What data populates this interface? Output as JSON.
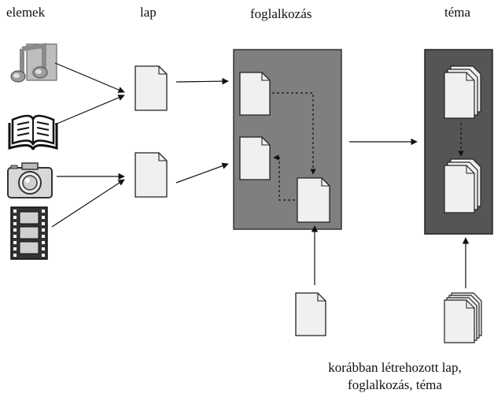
{
  "labels": {
    "elements": "elemek",
    "sheet": "lap",
    "activity": "foglalkozás",
    "theme": "téma",
    "previous_line1": "korábban létrehozott lap,",
    "previous_line2": "foglalkozás, téma"
  },
  "icons": [
    "music-icon",
    "book-icon",
    "camera-icon",
    "film-icon"
  ],
  "colors": {
    "activity_box": "#7f7f7f",
    "theme_box": "#555555",
    "page_fill": "#f0f0f0",
    "stroke": "#111111"
  }
}
